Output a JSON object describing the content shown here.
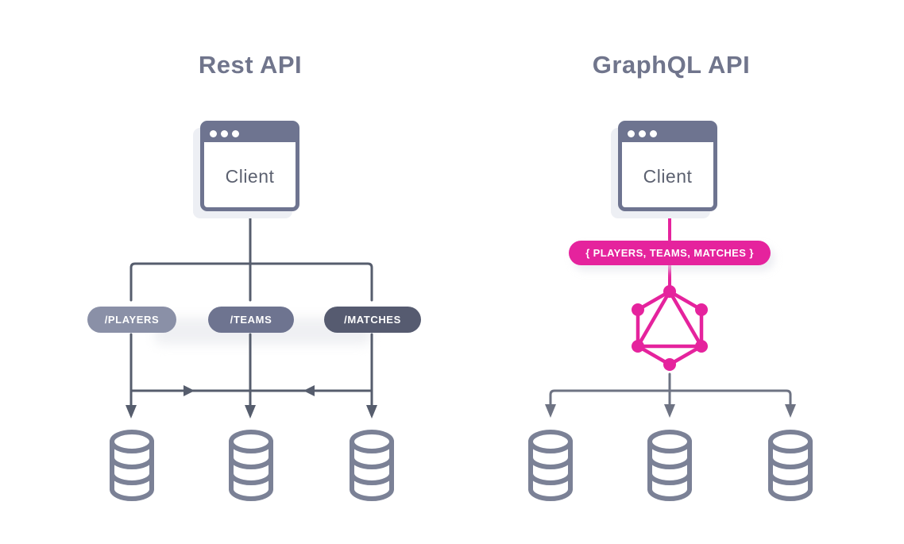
{
  "left": {
    "title": "Rest API",
    "client_label": "Client",
    "endpoints": [
      {
        "label": "/PLAYERS"
      },
      {
        "label": "/TEAMS"
      },
      {
        "label": "/MATCHES"
      }
    ],
    "database_count": 3
  },
  "right": {
    "title": "GraphQL API",
    "client_label": "Client",
    "query_label": "{ PLAYERS, TEAMS, MATCHES }",
    "database_count": 3
  },
  "colors": {
    "heading": "#70758c",
    "window_frame": "#6e7490",
    "pill_players": "#8a90a7",
    "pill_teams": "#6e7490",
    "pill_matches": "#565b70",
    "line_left": "#565d6d",
    "line_right": "#6e7383",
    "database_outline": "#7b8196",
    "graphql_pink": "#e5239d"
  },
  "icons": {
    "client_window": "browser-window-icon",
    "database": "database-icon",
    "graphql": "graphql-logo-icon"
  }
}
